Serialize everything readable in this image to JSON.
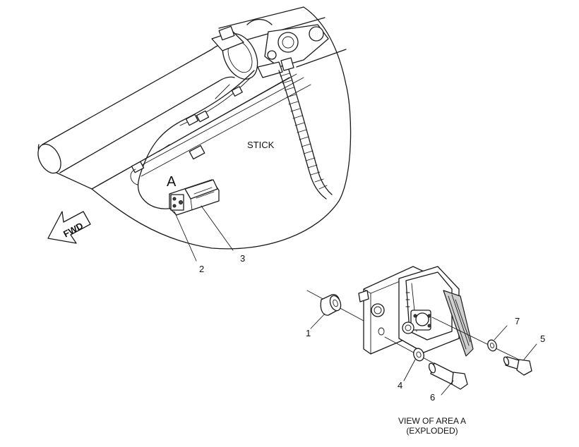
{
  "labels": {
    "stick": "STICK",
    "area": "A",
    "forward": "FWD",
    "callouts": [
      "1",
      "2",
      "3",
      "4",
      "5",
      "6",
      "7"
    ]
  },
  "caption": {
    "line1": "VIEW OF AREA A",
    "line2": "(EXPLODED)"
  }
}
